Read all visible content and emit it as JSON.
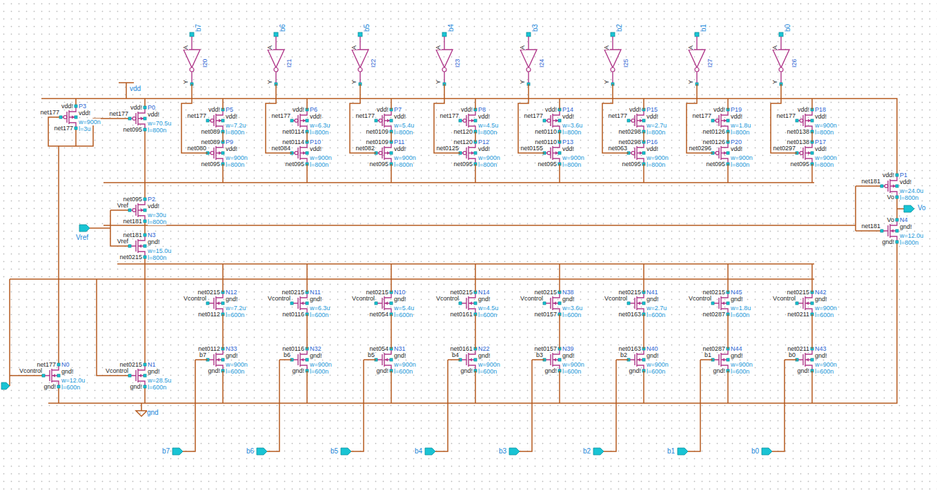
{
  "diagram": {
    "labels": [
      "b7",
      "I20",
      "A",
      "Y",
      "net177",
      "vdd!",
      "vdd!",
      "P5",
      "w=7.2u",
      "net089",
      "l=800n",
      "net089",
      "P9",
      "net080",
      "vdd!",
      "w=900n",
      "net095",
      "l=800n",
      "b6",
      "I21",
      "A",
      "Y",
      "net177",
      "vdd!",
      "vdd!",
      "P6",
      "w=6.3u",
      "net0114",
      "l=800n",
      "net0114",
      "P10",
      "net084",
      "vdd!",
      "w=900n",
      "net095",
      "l=800n",
      "b5",
      "I22",
      "A",
      "Y",
      "net177",
      "vdd!",
      "vdd!",
      "P7",
      "w=5.4u",
      "net0109",
      "l=800n",
      "net0109",
      "P11",
      "net082",
      "vdd!",
      "w=900n",
      "net095",
      "l=800n",
      "b4",
      "I23",
      "A",
      "Y",
      "net177",
      "vdd!",
      "vdd!",
      "P8",
      "w=4.5u",
      "net120",
      "l=800n",
      "net120",
      "P12",
      "net0125",
      "vdd!",
      "w=900n",
      "net095",
      "l=800n",
      "b3",
      "I24",
      "A",
      "Y",
      "net177",
      "vdd!",
      "vdd!",
      "P14",
      "w=3.6u",
      "net0110",
      "l=800n",
      "net0110",
      "P13",
      "net0155",
      "vdd!",
      "w=900n",
      "net095",
      "l=800n",
      "b2",
      "I25",
      "A",
      "Y",
      "net177",
      "vdd!",
      "vdd!",
      "P15",
      "w=2.7u",
      "net0298",
      "l=800n",
      "net0298",
      "P16",
      "net063",
      "vdd!",
      "w=900n",
      "net095",
      "l=800n",
      "b1",
      "I27",
      "A",
      "Y",
      "net177",
      "vdd!",
      "vdd!",
      "P19",
      "w=1.8u",
      "net0126",
      "l=800n",
      "net0126",
      "P20",
      "net0296",
      "vdd!",
      "w=900n",
      "net095",
      "l=800n",
      "b0",
      "I26",
      "A",
      "Y",
      "net177",
      "vdd!",
      "vdd!",
      "P18",
      "w=900n",
      "net0138",
      "l=800n",
      "net0138",
      "P17",
      "net0297",
      "vdd!",
      "w=900n",
      "net095",
      "l=800n",
      "net0215",
      "N12",
      "Vcontrol",
      "gnd!",
      "w=7.2u",
      "net0112",
      "l=600n",
      "net0112",
      "N33",
      "b7",
      "gnd!",
      "w=900n",
      "gnd!",
      "l=600n",
      "b7",
      "net0215",
      "N11",
      "Vcontrol",
      "gnd!",
      "w=6.3u",
      "net0116",
      "l=600n",
      "net0116",
      "N32",
      "b6",
      "gnd!",
      "w=900n",
      "gnd!",
      "l=600n",
      "b6",
      "net0215",
      "N10",
      "Vcontrol",
      "gnd!",
      "w=5.4u",
      "net054",
      "l=600n",
      "net054",
      "N31",
      "b5",
      "gnd!",
      "w=900n",
      "gnd!",
      "l=600n",
      "b5",
      "net0215",
      "N14",
      "Vcontrol",
      "gnd!",
      "w=4.5u",
      "net0161",
      "l=600n",
      "net0161",
      "N22",
      "b4",
      "gnd!",
      "w=900n",
      "gnd!",
      "l=600n",
      "b4",
      "net0215",
      "N38",
      "Vcontrol",
      "gnd!",
      "w=3.6u",
      "net0157",
      "l=600n",
      "net0157",
      "N39",
      "b3",
      "gnd!",
      "w=900n",
      "gnd!",
      "l=600n",
      "b3",
      "net0215",
      "N41",
      "Vcontrol",
      "gnd!",
      "w=2.7u",
      "net0163",
      "l=600n",
      "net0163",
      "N40",
      "b2",
      "gnd!",
      "w=900n",
      "gnd!",
      "l=600n",
      "b2",
      "net0215",
      "N45",
      "Vcontrol",
      "gnd!",
      "w=1.8u",
      "net0287",
      "l=600n",
      "net0287",
      "N44",
      "b1",
      "gnd!",
      "w=900n",
      "gnd!",
      "l=600n",
      "b1",
      "net0215",
      "N42",
      "Vcontrol",
      "gnd!",
      "w=900n",
      "net0211",
      "l=600n",
      "net0211",
      "N43",
      "b0",
      "gnd!",
      "w=900n",
      "gnd!",
      "l=600n",
      "b0",
      "vdd!",
      "P3",
      "net177",
      "vdd!",
      "w=900n",
      "net177",
      "l=3u",
      "vdd",
      "vdd!",
      "P0",
      "net177",
      "vdd!",
      "w=70.5u",
      "net095",
      "l=800n",
      "net095",
      "P2",
      "Vref",
      "vdd!",
      "w=30u",
      "net181",
      "l=800n",
      "net181",
      "N3",
      "Vref",
      "gnd!",
      "w=15.0u",
      "net0215",
      "l=800n",
      "Vref",
      "net177",
      "N0",
      "Vcontrol",
      "gnd!",
      "w=12.0u",
      "gnd!",
      "l=600n",
      "net0215",
      "N1",
      "Vcontrol",
      "gnd!",
      "w=28.5u",
      "gnd!",
      "l=600n",
      "gnd",
      "vdd!",
      "P1",
      "net181",
      "vdd!",
      "w=24.0u",
      "Vo",
      "l=800n",
      "Vo",
      "N4",
      "net181",
      "gnd!",
      "w=12.0u",
      "gnd!",
      "l=800n",
      "Vo"
    ]
  }
}
